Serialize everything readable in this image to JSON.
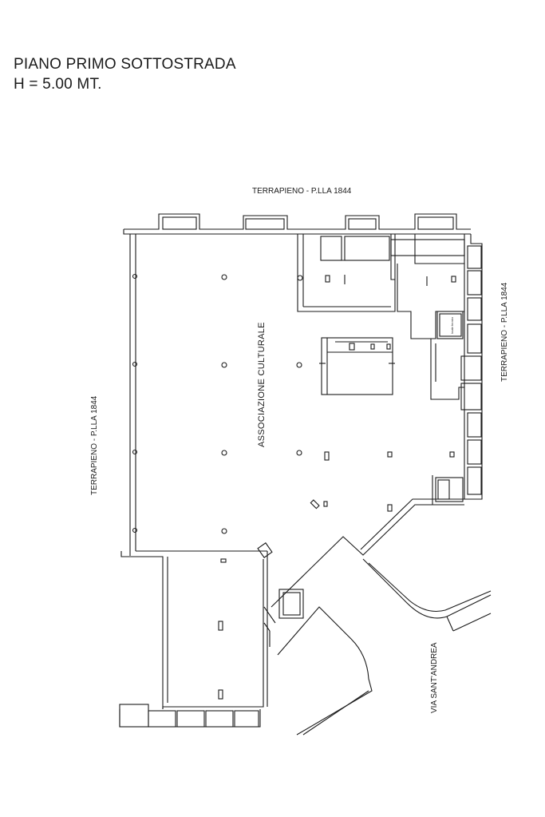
{
  "header": {
    "title": "PIANO PRIMO SOTTOSTRADA",
    "height": "H = 5.00 MT."
  },
  "labels": {
    "top": "TERRAPIENO - P.LLA 1844",
    "left": "TERRAPIENO - P.LLA 1844",
    "right": "TERRAPIENO - P.LLA 1844",
    "main_room": "ASSOCIAZIONE CULTURALE",
    "street": "VIA SANT'ANDREA",
    "tech_room": "locale tecnico"
  },
  "colors": {
    "line": "#1a1a1a",
    "background": "#ffffff"
  }
}
